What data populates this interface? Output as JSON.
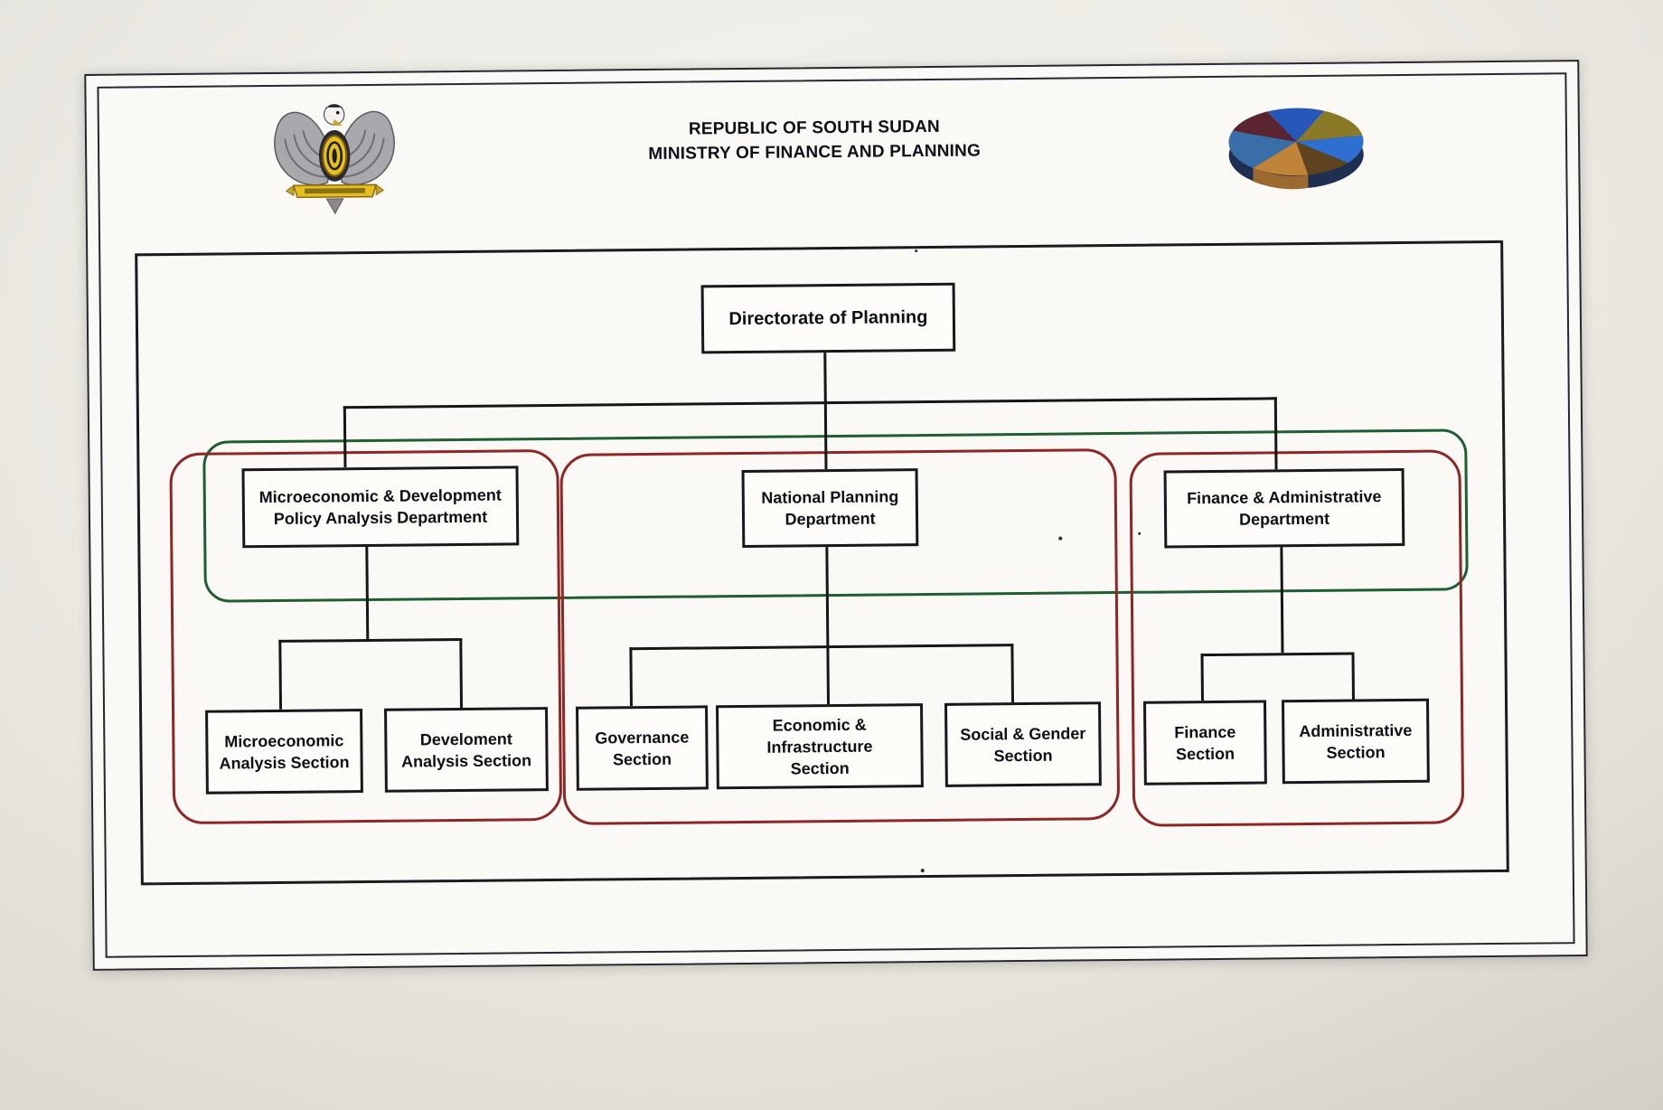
{
  "document": {
    "kind": "scanned organisational chart",
    "header": {
      "line1": "REPUBLIC OF SOUTH SUDAN",
      "line2": "MINISTRY OF FINANCE AND PLANNING",
      "left_icon": "south-sudan-coat-of-arms",
      "right_icon": "3d-pie-chart-logo"
    }
  },
  "colors": {
    "box_border": "#17171c",
    "connector": "#161619",
    "group_red": "#8f2626",
    "group_green": "#1e5e32",
    "paper": "#faf9f5",
    "emblem_gold": "#e6bf1f",
    "pie_blue": "#2757b8",
    "pie_tan": "#c08438"
  },
  "chart_data": {
    "type": "org-chart",
    "title": "Directorate of Planning organisational structure",
    "root": {
      "label": "Directorate of Planning"
    },
    "departments": [
      {
        "name": "Microeconomic & Development Policy Analysis Department",
        "lines": [
          "Microeconomic & Development",
          "Policy Analysis Department"
        ],
        "sections": [
          {
            "lines": [
              "Microeconomic",
              "Analysis Section"
            ]
          },
          {
            "lines": [
              "Develoment",
              "Analysis Section"
            ]
          }
        ]
      },
      {
        "name": "National Planning Department",
        "lines": [
          "National Planning",
          "Department"
        ],
        "sections": [
          {
            "lines": [
              "Governance",
              "Section"
            ]
          },
          {
            "lines": [
              "Economic & Infrastructure",
              "Section"
            ]
          },
          {
            "lines": [
              "Social & Gender",
              "Section"
            ]
          }
        ]
      },
      {
        "name": "Finance & Administrative Department",
        "lines": [
          "Finance & Administrative",
          "Department"
        ],
        "sections": [
          {
            "lines": [
              "Finance",
              "Section"
            ]
          },
          {
            "lines": [
              "Administrative",
              "Section"
            ]
          }
        ]
      }
    ]
  }
}
